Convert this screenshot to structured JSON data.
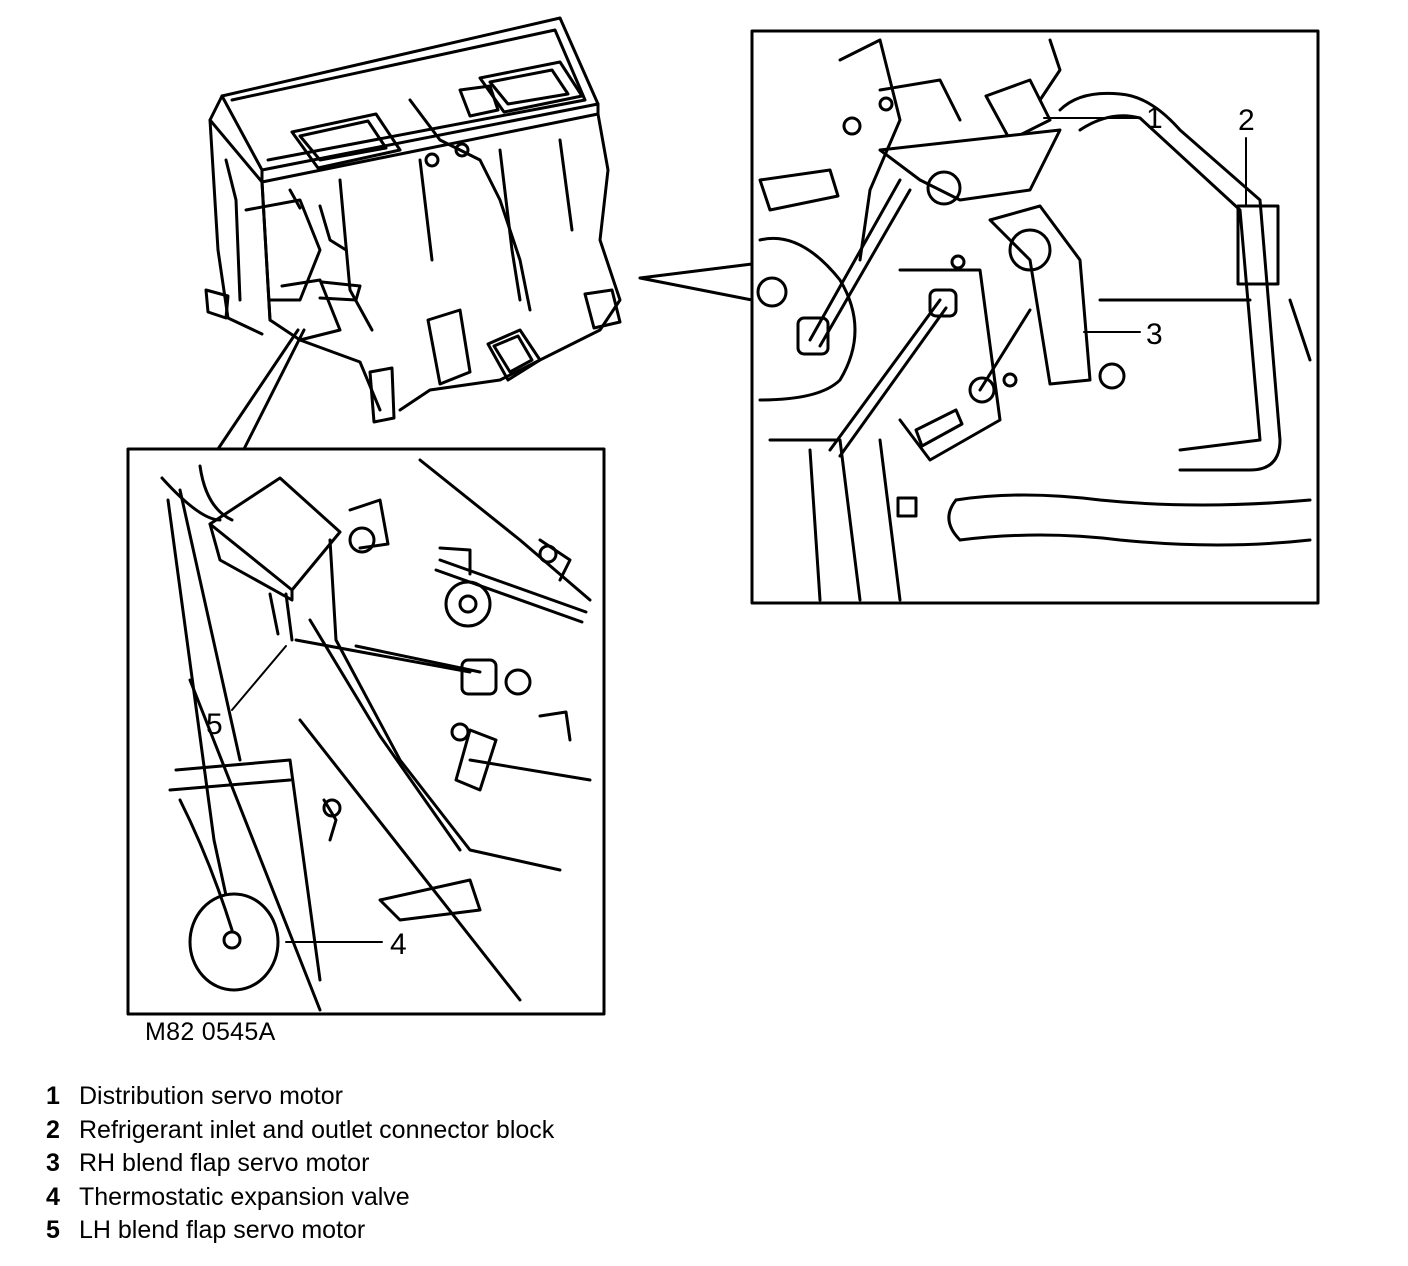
{
  "figure_ref": "M82 0545A",
  "callouts": [
    {
      "number": "1",
      "label": "Distribution servo motor"
    },
    {
      "number": "2",
      "label": "Refrigerant inlet and outlet connector block"
    },
    {
      "number": "3",
      "label": "RH blend flap servo motor"
    },
    {
      "number": "4",
      "label": "Thermostatic expansion valve"
    },
    {
      "number": "5",
      "label": "LH blend flap servo motor"
    }
  ]
}
